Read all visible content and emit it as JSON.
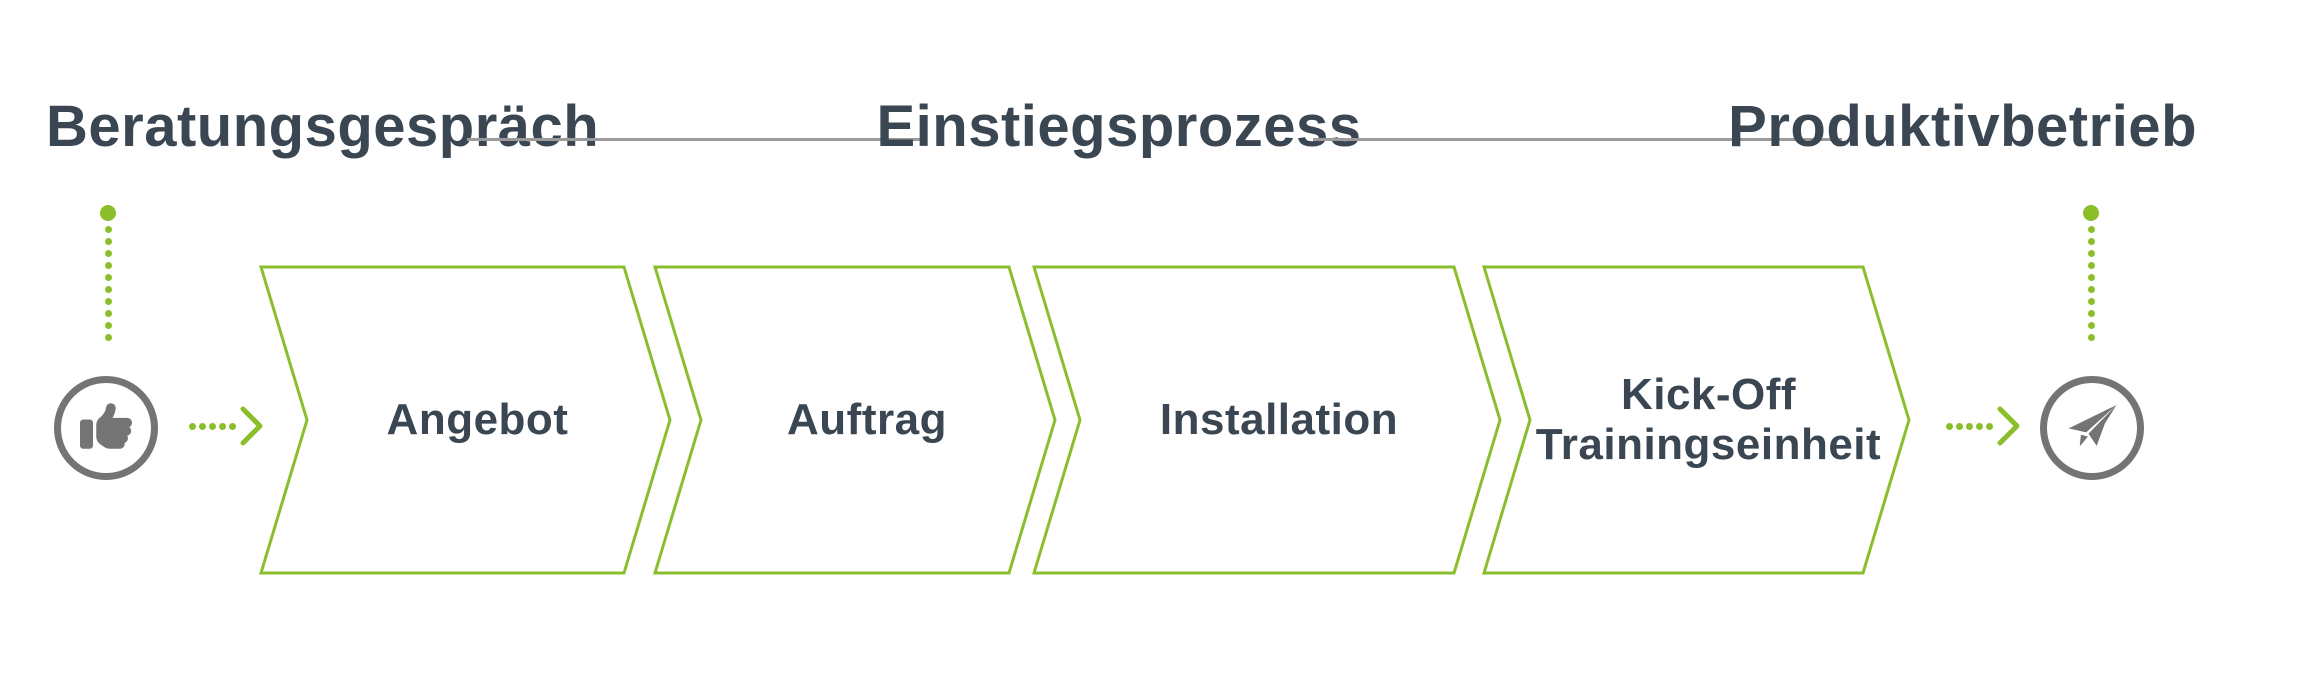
{
  "header": {
    "left_title": "Beratungsgespräch",
    "center_title": "Einstiegsprozess",
    "right_title": "Produktivbetrieb"
  },
  "process": {
    "steps": [
      {
        "lines": [
          "Angebot"
        ]
      },
      {
        "lines": [
          "Auftrag"
        ]
      },
      {
        "lines": [
          "Installation"
        ]
      },
      {
        "lines": [
          "Kick-Off",
          "Trainingseinheit"
        ]
      }
    ]
  },
  "endpoints": {
    "start_icon": "thumbs-up-icon",
    "end_icon": "paper-plane-icon"
  },
  "colors": {
    "accent_green": "#8ABE2B",
    "text_dark": "#3A4651",
    "icon_gray": "#747474",
    "divider_gray": "#9B9B9B",
    "background": "#FFFFFF"
  }
}
